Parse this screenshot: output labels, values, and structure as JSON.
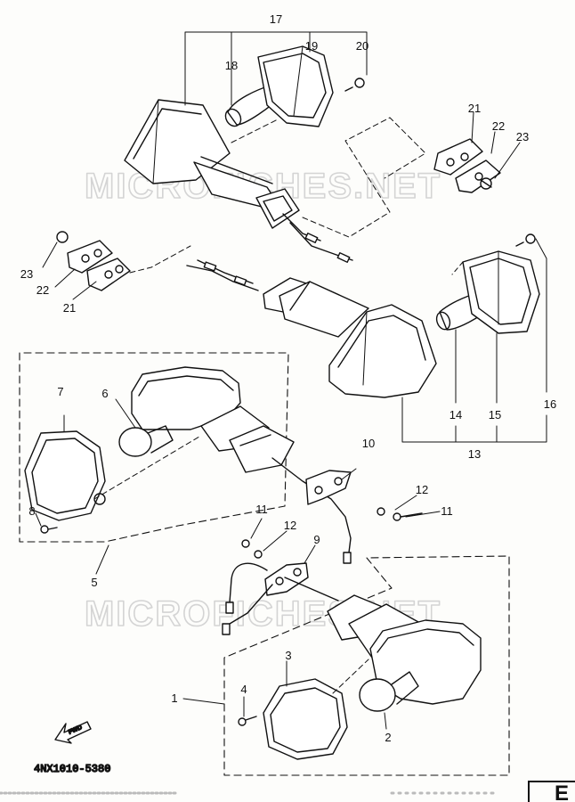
{
  "callouts": {
    "n1": "1",
    "n2": "2",
    "n3": "3",
    "n4": "4",
    "n5": "5",
    "n6": "6",
    "n7": "7",
    "n8": "8",
    "n9": "9",
    "n10": "10",
    "n11a": "11",
    "n11b": "11",
    "n12a": "12",
    "n12b": "12",
    "n13": "13",
    "n14": "14",
    "n15": "15",
    "n16": "16",
    "n17": "17",
    "n18": "18",
    "n19": "19",
    "n20": "20",
    "n21a": "21",
    "n21b": "21",
    "n22a": "22",
    "n22b": "22",
    "n23a": "23",
    "n23b": "23"
  },
  "watermark": "MICROFICHES.NET",
  "fwd_label": "FWD",
  "reference_code": "4NX1010-5380",
  "corner_mark": "E"
}
